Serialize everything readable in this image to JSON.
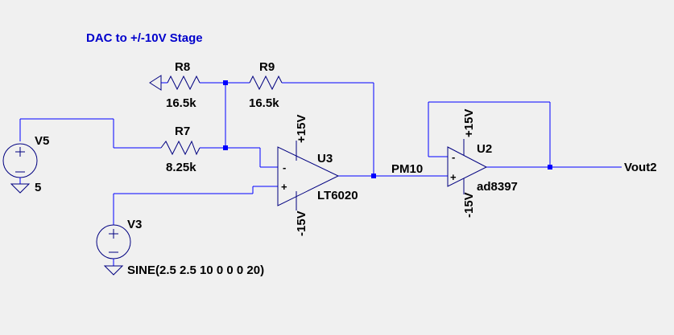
{
  "title": "DAC to +/-10V Stage",
  "colors": {
    "background": "#f0f0f0",
    "wire": "#0000ff",
    "component": "#000080",
    "text": "#000000",
    "comment": "#0000cc"
  },
  "components": {
    "r8": {
      "ref": "R8",
      "value": "16.5k"
    },
    "r9": {
      "ref": "R9",
      "value": "16.5k"
    },
    "r7": {
      "ref": "R7",
      "value": "8.25k"
    },
    "v5": {
      "ref": "V5",
      "value": "5"
    },
    "v3": {
      "ref": "V3",
      "value": "SINE(2.5 2.5 10 0 0 0 20)"
    },
    "u3": {
      "ref": "U3",
      "part": "LT6020",
      "vpos": "+15V",
      "vneg": "-15V"
    },
    "u2": {
      "ref": "U2",
      "part": "ad8397",
      "vpos": "+15V",
      "vneg": "-15V"
    }
  },
  "nets": {
    "pm10": "PM10",
    "vout": "Vout2"
  },
  "opamp_pins": {
    "plus": "+",
    "minus": "-"
  }
}
